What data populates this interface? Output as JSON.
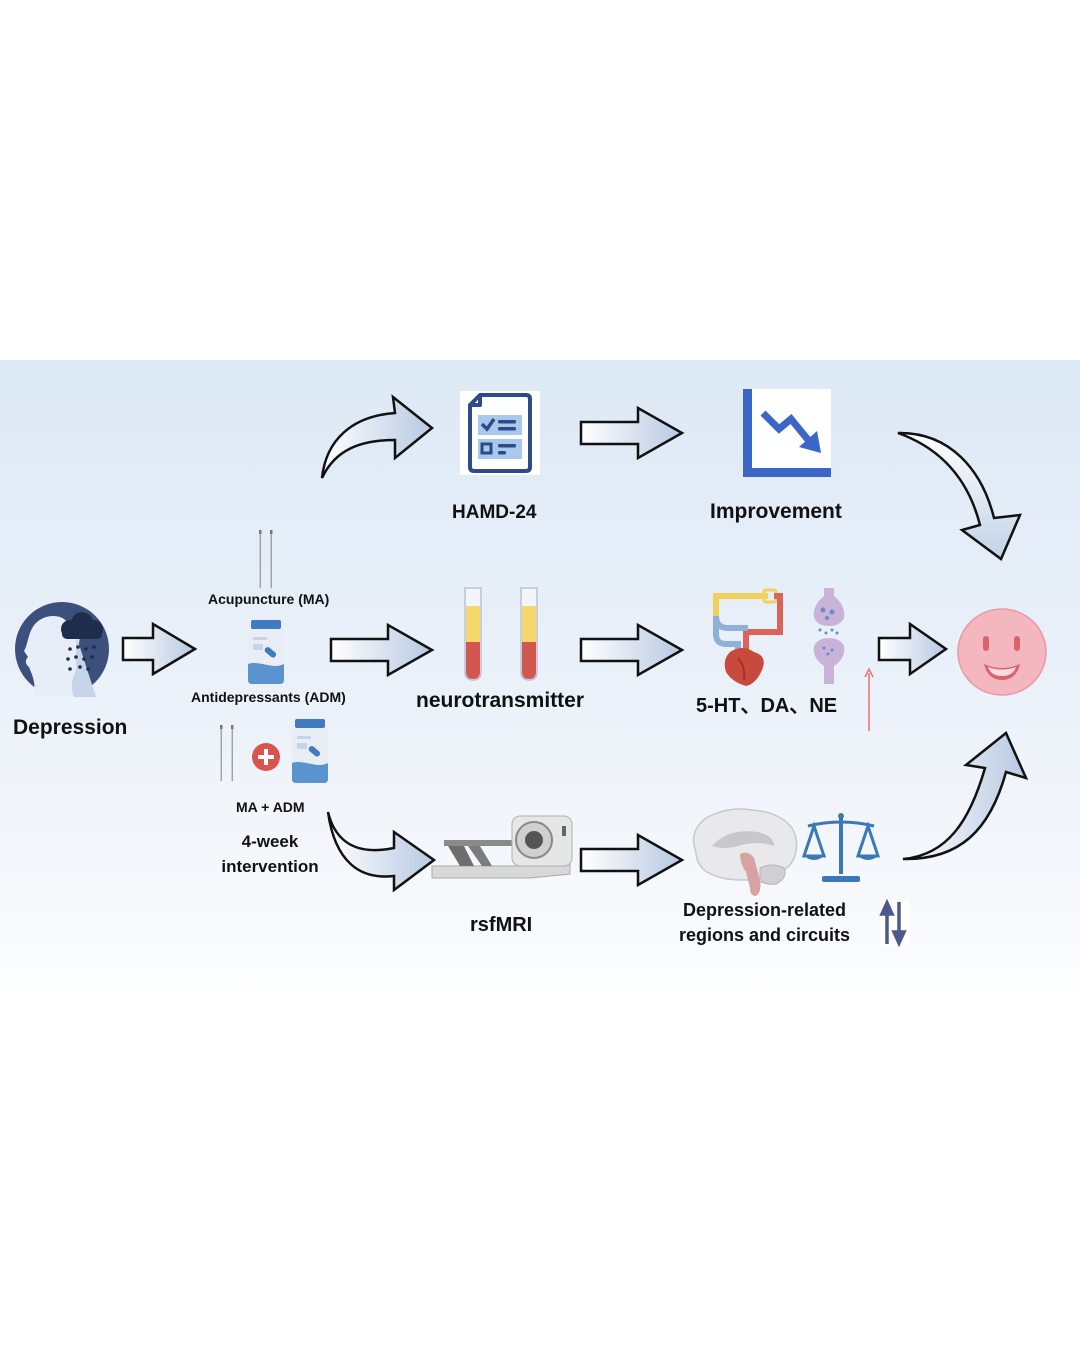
{
  "diagram": {
    "start": {
      "label": "Depression",
      "icon": "depressed-head-rain-cloud-icon"
    },
    "interventions": {
      "acupuncture": {
        "label": "Acupuncture (MA)",
        "icon": "acupuncture-needles-icon"
      },
      "antidepressants": {
        "label": "Antidepressants (ADM)",
        "icon": "pill-bottle-icon"
      },
      "combined": {
        "label": "MA + ADM",
        "icon": "needles-plus-pill-bottle-icon"
      },
      "duration": {
        "line1": "4-week",
        "line2": "intervention"
      }
    },
    "top_row": {
      "scale": {
        "label": "HAMD-24",
        "icon": "checklist-document-icon"
      },
      "outcome": {
        "label": "Improvement",
        "icon": "declining-chart-icon"
      }
    },
    "middle_row": {
      "measure": {
        "label": "neurotransmitter",
        "icon": "blood-test-tubes-icon"
      },
      "outcome": {
        "label": "5-HT、DA、NE",
        "icon": "heart-circulation-synapse-icon",
        "trend": "up",
        "trend_color": "#e57373"
      }
    },
    "bottom_row": {
      "measure": {
        "label": "rsfMRI",
        "icon": "mri-scanner-icon"
      },
      "outcome": {
        "line1": "Depression-related",
        "line2": "regions and circuits",
        "icon": "brain-balance-scale-icon",
        "trend": "up-down",
        "trend_color": "#4a5a8c"
      }
    },
    "end": {
      "icon": "smiley-face-icon",
      "color": "#f4b6bf"
    }
  },
  "colors": {
    "navy": "#3d4f7c",
    "icon_blue": "#3b66c8",
    "arrow_fill_light": "#ffffff",
    "arrow_fill_dark": "#b9cbe3"
  }
}
